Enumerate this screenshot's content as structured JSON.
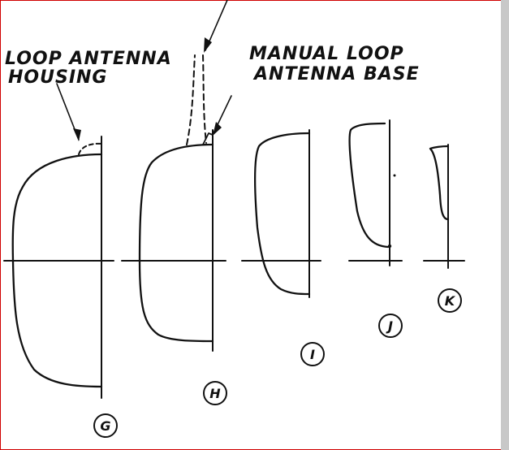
{
  "labels": {
    "loop_antenna_housing_line1": "LOOP ANTENNA",
    "loop_antenna_housing_line2": "HOUSING",
    "manual_loop_line1": "MANUAL LOOP",
    "manual_loop_line2": "ANTENNA BASE"
  },
  "sections": [
    "G",
    "H",
    "I",
    "J",
    "K"
  ],
  "colors": {
    "ink": "#111111",
    "border": "#d00000",
    "background": "#ffffff"
  }
}
